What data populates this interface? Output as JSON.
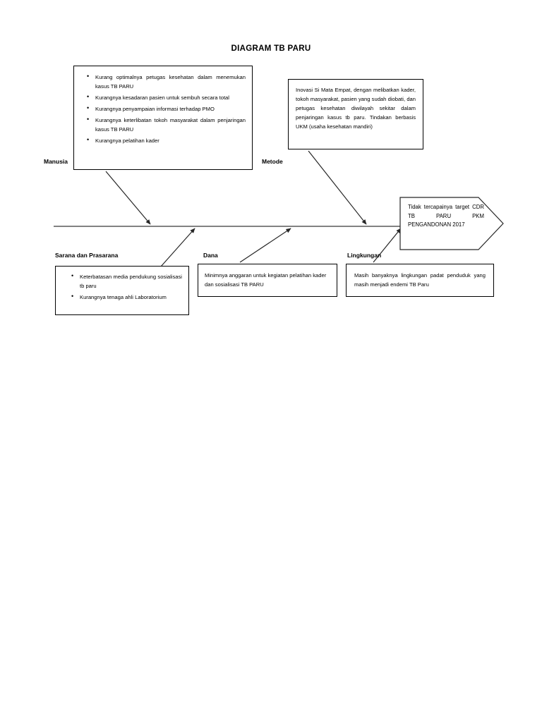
{
  "document": {
    "title": "DIAGRAM TB PARU",
    "type": "fishbone-diagram"
  },
  "effect": {
    "label": "effect-head",
    "text": "Tidak tercapainya target CDR TB PARU PKM PENGANDONAN 2017"
  },
  "categories": {
    "manusia": {
      "label": "Manusia",
      "causes": [
        "Kurang optimalnya petugas kesehatan dalam menemukan kasus TB PARU",
        "Kurangnya kesadaran pasien untuk sembuh secara total",
        "Kurangnya penyampaian informasi terhadap PMO",
        "Kurangnya keterlibatan tokoh masyarakat dalam penjaringan kasus TB PARU",
        "Kurangnya pelatihan kader"
      ]
    },
    "metode": {
      "label": "Metode",
      "text": "Inovasi Si Mata Empat, dengan melibatkan kader, tokoh masyarakat, pasien yang sudah diobati, dan petugas kesehatan diwilayah sekitar dalam  penjaringan kasus tb paru. Tindakan berbasis UKM (usaha kesehatan mandiri)"
    },
    "sarana": {
      "label": "Sarana dan Prasarana",
      "causes": [
        "Keterbatasan media pendukung sosialisasi tb paru",
        "Kurangnya tenaga ahli Laboratorium"
      ]
    },
    "dana": {
      "label": "Dana",
      "text": "Minimnya anggaran untuk kegiatan pelatihan kader dan sosialisasi TB PARU"
    },
    "lingkungan": {
      "label": "Lingkungan",
      "text": "Masih banyaknya lingkungan padat penduduk yang  masih menjadi endemi TB Paru"
    }
  },
  "colors": {
    "line": "#595959",
    "border": "#000000",
    "text": "#000000",
    "background": "#ffffff"
  }
}
